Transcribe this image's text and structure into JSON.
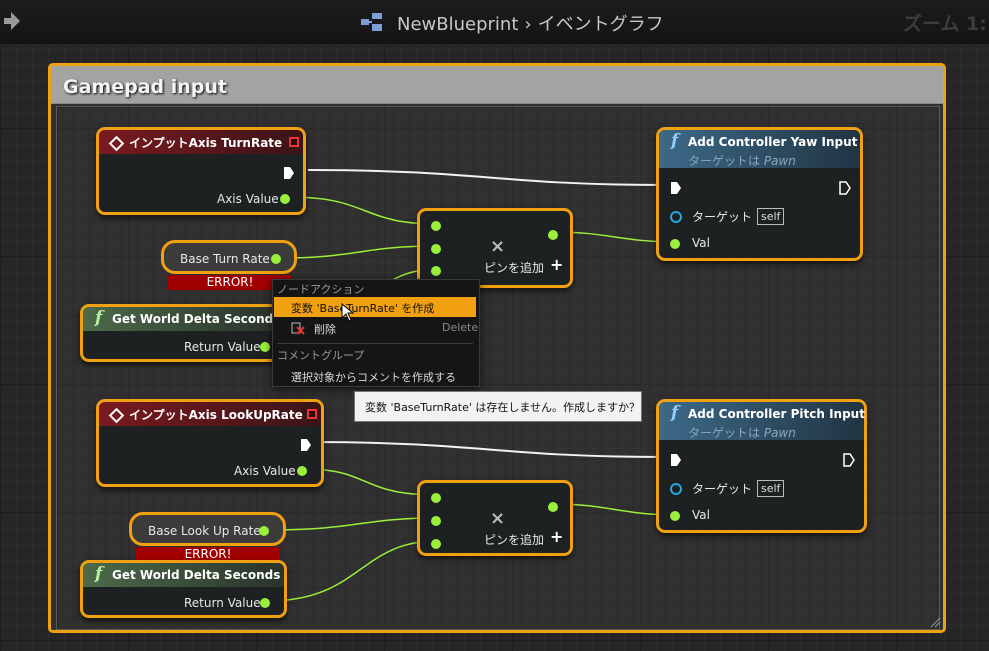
{
  "breadcrumb": {
    "blueprint": "NewBlueprint",
    "separator": "›",
    "graph": "イベントグラフ"
  },
  "zoom_label": "ズーム 1:",
  "comment": {
    "title": "Gamepad input"
  },
  "nodes": {
    "turn_event": {
      "title": "インプットAxis TurnRate",
      "pin_axis_value": "Axis Value"
    },
    "base_turn_rate": {
      "label": "Base Turn Rate",
      "error": "ERROR!"
    },
    "delta1": {
      "title": "Get World Delta Seconds",
      "pin_return": "Return Value"
    },
    "mult1": {
      "add_pin": "ピンを追加"
    },
    "yaw": {
      "title": "Add Controller Yaw Input",
      "subtitle_prefix": "ターゲットは ",
      "subtitle_class": "Pawn",
      "target": "ターゲット",
      "self": "self",
      "val": "Val"
    },
    "lookup_event": {
      "title": "インプットAxis LookUpRate",
      "pin_axis_value": "Axis Value"
    },
    "base_lookup_rate": {
      "label": "Base Look Up Rate",
      "error": "ERROR!"
    },
    "delta2": {
      "title": "Get World Delta Seconds",
      "pin_return": "Return Value"
    },
    "mult2": {
      "add_pin": "ピンを追加"
    },
    "pitch": {
      "title": "Add Controller Pitch Input",
      "subtitle_prefix": "ターゲットは ",
      "subtitle_class": "Pawn",
      "target": "ターゲット",
      "self": "self",
      "val": "Val"
    }
  },
  "context_menu": {
    "section_node": "ノードアクション",
    "create_variable": "変数 'BaseTurnRate' を作成",
    "delete": "削除",
    "delete_shortcut": "Delete",
    "section_comment": "コメントグループ",
    "create_comment": "選択対象からコメントを作成する"
  },
  "tooltip": "変数 'BaseTurnRate' は存在しません。作成しますか？",
  "colors": {
    "selection": "#f0a010",
    "float_pin": "#9bef3b",
    "object_pin": "#2aa1e0",
    "error": "#a10000"
  }
}
